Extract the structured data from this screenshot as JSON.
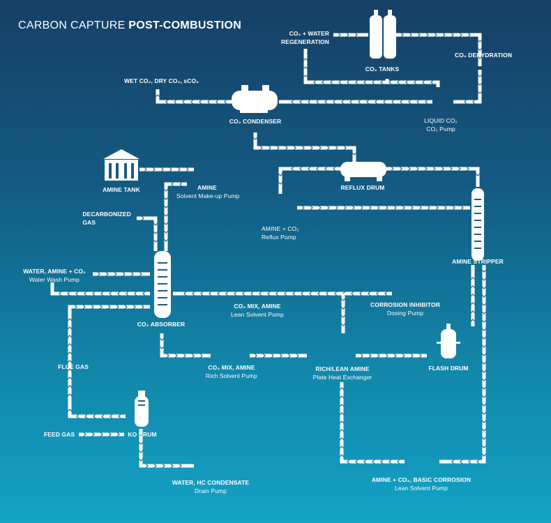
{
  "title": {
    "light": "CARBON CAPTURE ",
    "bold": "POST-COMBUSTION"
  },
  "labels": {
    "co2_water_regen": {
      "line1": "CO₂ + WATER",
      "line2": "REGENERATION"
    },
    "co2_tanks": "CO₂ TANKS",
    "co2_dehydration": "CO₂ DEHYDRATION",
    "wet_co2": "WET CO₂, DRY CO₂, sCO₂",
    "co2_condenser": "CO₂ CONDENSER",
    "liquid_co2": {
      "line1": "LIQUID CO₂",
      "line2": "CO₂ Pump"
    },
    "amine_tank": "AMINE TANK",
    "reflux_drum": "REFLUX DRUM",
    "amine_makeup": {
      "line1": "AMINE",
      "line2": "Solvent Make-up Pump"
    },
    "decarbonized_gas": {
      "line1": "DECARBONIZED",
      "line2": "GAS"
    },
    "amine_reflux": {
      "line1": "AMINE + CO₂",
      "line2": "Reflux Pump"
    },
    "amine_stripper": "AMINE STRIPPER",
    "water_wash": {
      "line1": "WATER, AMINE + CO₂",
      "line2": "Water Wash Pump"
    },
    "co2_mix_lean": {
      "line1": "CO₂ MIX, AMINE",
      "line2": "Lean Solvent Pump"
    },
    "corrosion_inhibitor": {
      "line1": "CORROSION INHIBITOR",
      "line2": "Dosing Pump"
    },
    "co2_absorber": "CO₂ ABSORBER",
    "flash_drum": "FLASH DRUM",
    "flue_gas": "FLUE GAS",
    "co2_mix_rich": {
      "line1": "CO₂ MIX, AMINE",
      "line2": "Rich Solvent Pump"
    },
    "rich_lean": {
      "line1": "RICH/LEAN AMINE",
      "line2": "Plate Heat Exchanger"
    },
    "feed_gas": "FEED GAS",
    "ko_drum": "KO DRUM",
    "water_hc": {
      "line1": "WATER, HC CONDENSATE",
      "line2": "Drain Pump"
    },
    "amine_basic": {
      "line1": "AMINE + CO₂, BASIC CORROSION",
      "line2": "Lean Solvent Pump"
    }
  },
  "colors": {
    "background_top": "#173f66",
    "background_bottom": "#13a3c6",
    "line": "#ffffff"
  }
}
